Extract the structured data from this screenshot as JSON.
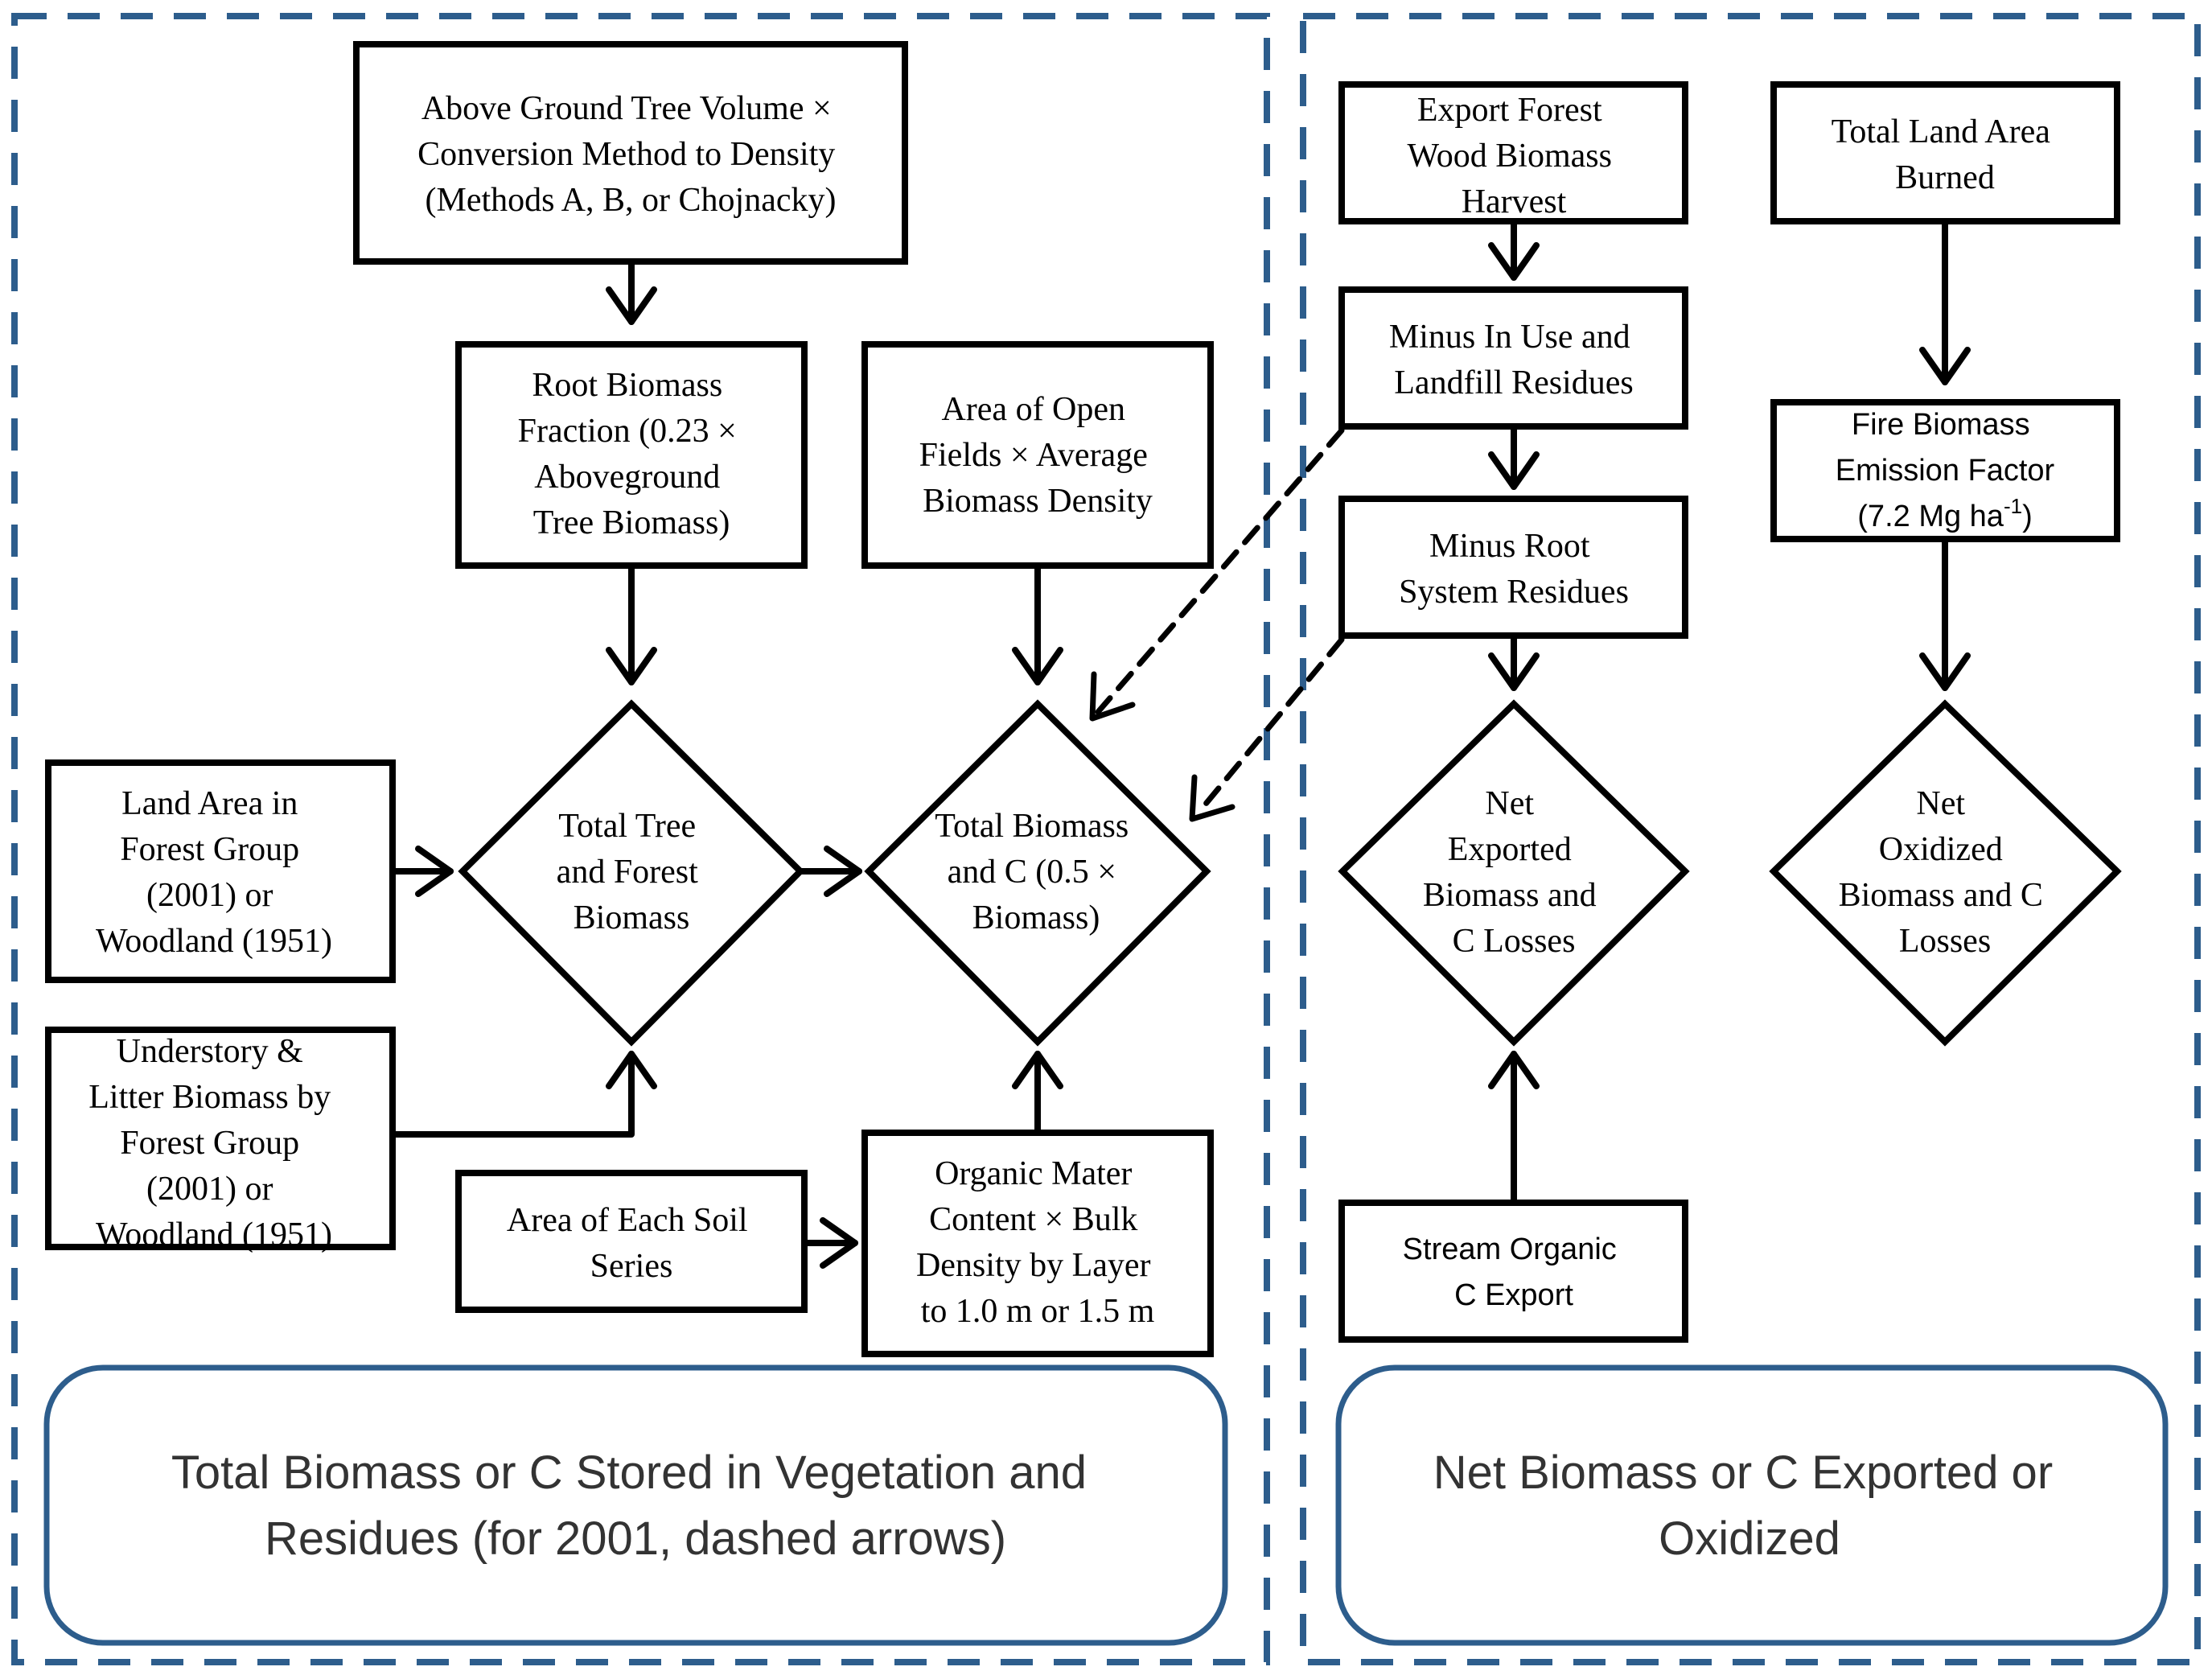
{
  "colors": {
    "panel_border": "#2d5d8c",
    "caption_border": "#2d5d8c",
    "ink": "#000000"
  },
  "left_panel": {
    "caption": [
      "Total Biomass or C Stored in Vegetation and",
      "Residues (for 2001, dashed arrows)"
    ],
    "nodes": {
      "above_ground": [
        "Above Ground Tree Volume  ×",
        "Conversion Method to Density",
        "(Methods A, B, or Chojnacky)"
      ],
      "root_biomass": [
        "Root Biomass",
        "Fraction (0.23  ×",
        "Aboveground",
        "Tree Biomass)"
      ],
      "open_fields": [
        "Area of Open",
        "Fields × Average",
        "Biomass Density"
      ],
      "land_area": [
        "Land Area in",
        "Forest Group",
        "(2001)   or",
        "Woodland (1951)"
      ],
      "understory": [
        "Understory &",
        "Litter Biomass by",
        "Forest Group",
        "(2001)   or",
        "Woodland (1951)"
      ],
      "soil_series": [
        "Area of Each Soil",
        "Series"
      ],
      "organic_matter": [
        "Organic Mater",
        "Content × Bulk",
        "Density by Layer",
        "to 1.0  m or 1.5  m"
      ],
      "total_tree": [
        "Total Tree",
        "and Forest",
        "Biomass"
      ],
      "total_biomass": [
        "Total Biomass",
        "and C (0.5  ×",
        "Biomass)"
      ]
    }
  },
  "right_panel": {
    "caption": [
      "Net Biomass or C Exported or",
      "Oxidized"
    ],
    "nodes": {
      "export_harvest": [
        "Export  Forest",
        "Wood Biomass",
        "Harvest"
      ],
      "landfill": [
        "Minus In Use and",
        "Landfill  Residues"
      ],
      "root_residues": [
        "Minus Root",
        "System Residues"
      ],
      "total_burned": [
        "Total Land Area",
        "Burned"
      ],
      "fire_factor_line1": "Fire Biomass",
      "fire_factor_line2": "Emission Factor",
      "fire_factor_line3_pre": "(7.2 Mg ha",
      "fire_factor_sup": "-1",
      "fire_factor_line3_post": ")",
      "net_exported": [
        "Net",
        "Exported",
        "Biomass and",
        "C Losses"
      ],
      "net_oxidized": [
        "Net",
        "Oxidized",
        "Biomass and C",
        "Losses"
      ],
      "stream_export": [
        "Stream Organic",
        "C Export"
      ]
    }
  }
}
